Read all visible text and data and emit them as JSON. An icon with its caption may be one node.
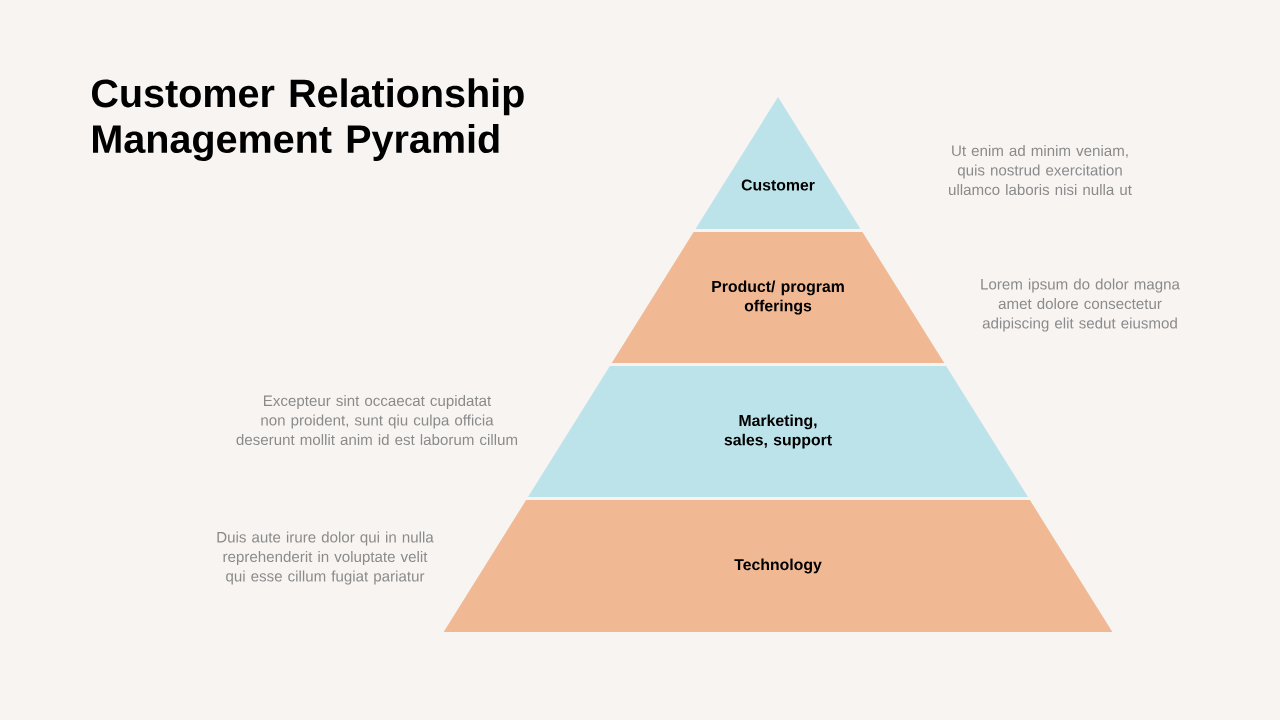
{
  "diagram": {
    "title": "Customer Relationship Management Pyramid",
    "nodes": [
      {
        "text": [
          "Customer"
        ]
      },
      {
        "text": [
          "Product/ program offerings"
        ]
      },
      {
        "text": [
          "Marketing, sales, support"
        ]
      },
      {
        "text": [
          "Technology"
        ]
      }
    ],
    "labels": [
      "Ut enim ad minim veniam, quis nostrud exercitation ullamco laboris nisi nulla ut",
      "Lorem ipsum do dolor magna amet dolore consectetur adipiscing elit sedut eiusmod",
      "Excepteur sint occaecat cupidatat non proident, sunt qiu culpa officia deserunt mollit anim id est laborum cillum",
      "Duis aute irure dolor qui in nulla reprehenderit in voluptate velit qui esse cillum fugiat pariatur"
    ]
  }
}
